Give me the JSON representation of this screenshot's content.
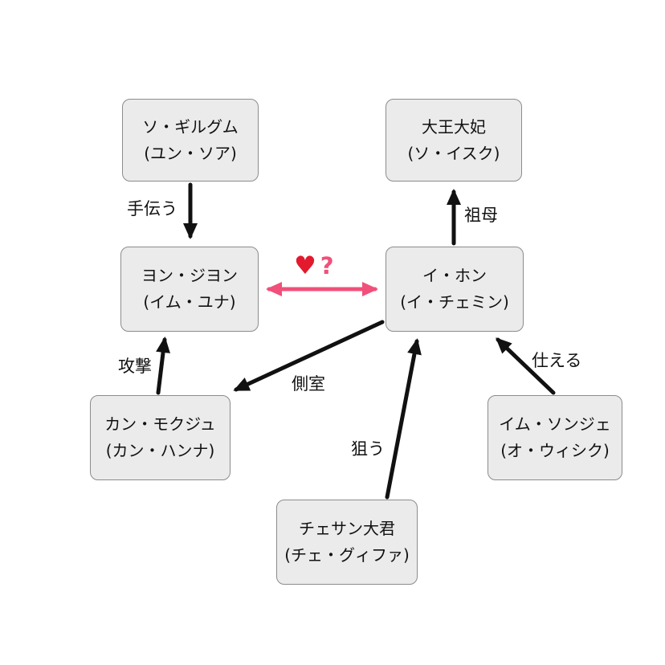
{
  "diagram": {
    "nodes": [
      {
        "id": "so-gilgeum",
        "line1": "ソ・ギルグム",
        "line2": "(ユン・ソア)"
      },
      {
        "id": "daiou-daihi",
        "line1": "大王大妃",
        "line2": "(ソ・イスク)"
      },
      {
        "id": "yon-jiyon",
        "line1": "ヨン・ジヨン",
        "line2": "(イム・ユナ)"
      },
      {
        "id": "i-hon",
        "line1": "イ・ホン",
        "line2": "(イ・チェミン)"
      },
      {
        "id": "kan-mokuju",
        "line1": "カン・モクジュ",
        "line2": "(カン・ハンナ)"
      },
      {
        "id": "imu-sonje",
        "line1": "イム・ソンジェ",
        "line2": "(オ・ウィシク)"
      },
      {
        "id": "chesan-daigun",
        "line1": "チェサン大君",
        "line2": "(チェ・グィファ)"
      }
    ],
    "edges": {
      "help": "手伝う",
      "grandmother": "祖母",
      "attack": "攻撃",
      "concubine": "側室",
      "aim": "狙う",
      "serve": "仕える"
    },
    "heart": "♥",
    "question": "?",
    "colors": {
      "arrow_black": "#111111",
      "arrow_pink": "#f0507a",
      "heart_red": "#e3192d",
      "node_fill": "#ebebeb",
      "node_border": "#8c8c8c"
    }
  }
}
